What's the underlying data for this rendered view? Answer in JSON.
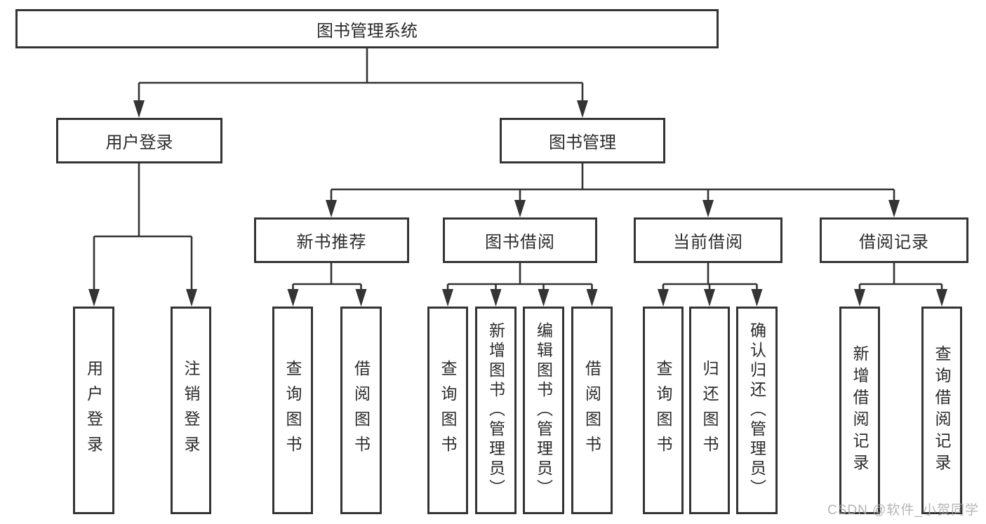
{
  "tree": {
    "root": {
      "label": "图书管理系统"
    },
    "level2": [
      {
        "label": "用户登录"
      },
      {
        "label": "图书管理"
      }
    ],
    "level3": [
      {
        "label": "新书推荐"
      },
      {
        "label": "图书借阅"
      },
      {
        "label": "当前借阅"
      },
      {
        "label": "借阅记录"
      }
    ],
    "leaves": [
      {
        "label": "用户登录",
        "parent": "用户登录"
      },
      {
        "label": "注销登录",
        "parent": "用户登录"
      },
      {
        "label": "查询图书",
        "parent": "新书推荐"
      },
      {
        "label": "借阅图书",
        "parent": "新书推荐"
      },
      {
        "label": "查询图书",
        "parent": "图书借阅"
      },
      {
        "label": "新增图书（管理员）",
        "parent": "图书借阅"
      },
      {
        "label": "编辑图书（管理员）",
        "parent": "图书借阅"
      },
      {
        "label": "借阅图书",
        "parent": "图书借阅"
      },
      {
        "label": "查询图书",
        "parent": "当前借阅"
      },
      {
        "label": "归还图书",
        "parent": "当前借阅"
      },
      {
        "label": "确认归还（管理员）",
        "parent": "当前借阅"
      },
      {
        "label": "新增借阅记录",
        "parent": "借阅记录"
      },
      {
        "label": "查询借阅记录",
        "parent": "借阅记录"
      }
    ]
  },
  "watermark": {
    "text": "CSDN @软件_小贺同学"
  },
  "colors": {
    "line": "#343434",
    "text": "#2b2b2b",
    "box_background": "#ffffff",
    "watermark": "#a8a8a8"
  }
}
